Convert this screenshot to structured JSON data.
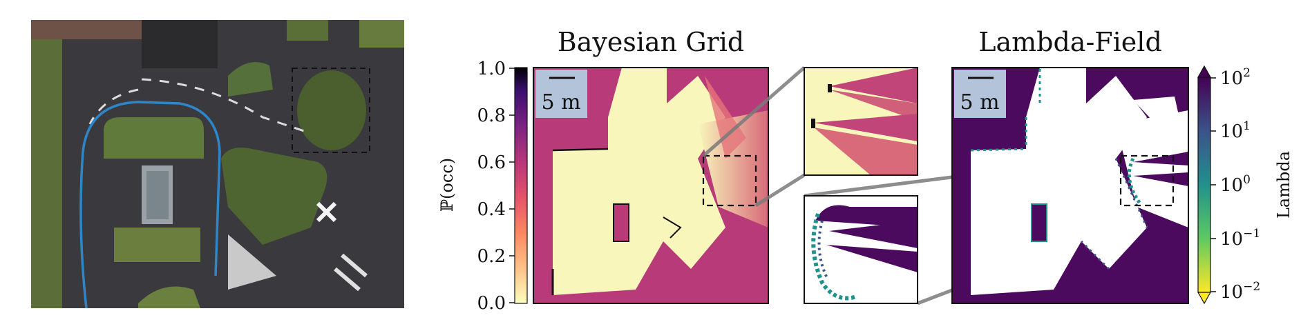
{
  "panels": {
    "bayes_title": "Bayesian Grid",
    "lambda_title": "Lambda-Field",
    "scale_label": "5 m"
  },
  "colorbar_left": {
    "label": "ℙ(occ)",
    "ticks": [
      "1.0",
      "0.8",
      "0.6",
      "0.4",
      "0.2",
      "0.0"
    ]
  },
  "colorbar_right": {
    "label": "Lambda",
    "ticks": [
      {
        "base": "10",
        "exp": "2"
      },
      {
        "base": "10",
        "exp": "1"
      },
      {
        "base": "10",
        "exp": "0"
      },
      {
        "base": "10",
        "exp": "−1"
      },
      {
        "base": "10",
        "exp": "−2"
      }
    ]
  },
  "colors": {
    "trajectory": "#2e86c8",
    "occupied_purple": "#4b0a5e",
    "free_yellow": "#f9f6bc",
    "magma_mid": "#b83a78",
    "scale_box": "#b3c3d9",
    "zoom_line": "#7a7a7a"
  }
}
